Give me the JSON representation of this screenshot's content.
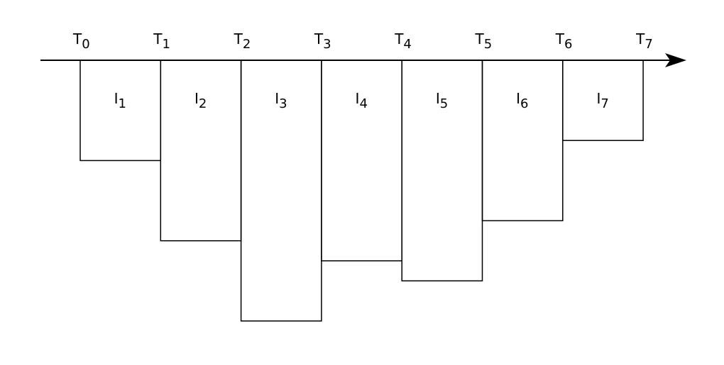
{
  "diagram": {
    "axis_direction": "right",
    "time_labels": [
      {
        "base": "T",
        "sub": "0"
      },
      {
        "base": "T",
        "sub": "1"
      },
      {
        "base": "T",
        "sub": "2"
      },
      {
        "base": "T",
        "sub": "3"
      },
      {
        "base": "T",
        "sub": "4"
      },
      {
        "base": "T",
        "sub": "5"
      },
      {
        "base": "T",
        "sub": "6"
      },
      {
        "base": "T",
        "sub": "7"
      }
    ],
    "intervals": [
      {
        "base": "I",
        "sub": "1",
        "relative_depth": 1.0
      },
      {
        "base": "I",
        "sub": "2",
        "relative_depth": 1.8
      },
      {
        "base": "I",
        "sub": "3",
        "relative_depth": 2.6
      },
      {
        "base": "I",
        "sub": "4",
        "relative_depth": 2.0
      },
      {
        "base": "I",
        "sub": "5",
        "relative_depth": 2.2
      },
      {
        "base": "I",
        "sub": "6",
        "relative_depth": 1.6
      },
      {
        "base": "I",
        "sub": "7",
        "relative_depth": 0.8
      }
    ],
    "line_color": "#000000"
  }
}
